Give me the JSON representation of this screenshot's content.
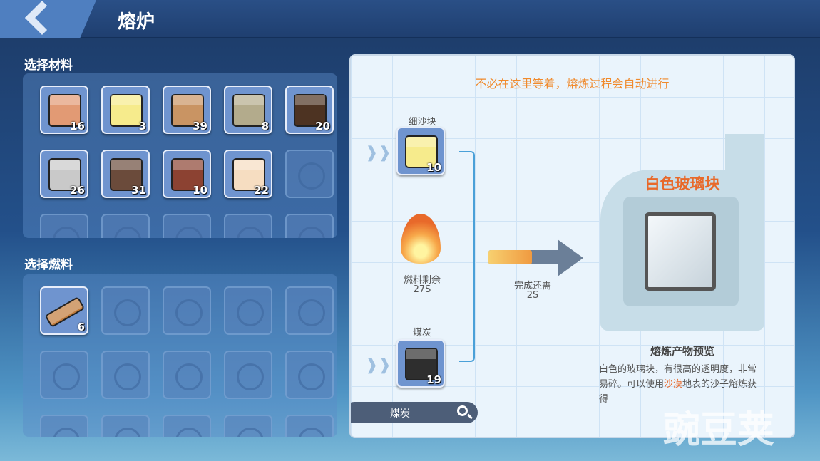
{
  "header": {
    "title": "熔炉",
    "back_icon": "back-chevron-icon"
  },
  "materials": {
    "label": "选择材料",
    "items": [
      {
        "name": "material-1",
        "count": "16",
        "color": "#e29a74"
      },
      {
        "name": "material-2",
        "count": "3",
        "color": "#f6eb8c"
      },
      {
        "name": "material-3",
        "count": "39",
        "color": "#c99463"
      },
      {
        "name": "material-4",
        "count": "8",
        "color": "#b3ab8c"
      },
      {
        "name": "material-5",
        "count": "20",
        "color": "#4d3322"
      },
      {
        "name": "material-6",
        "count": "26",
        "color": "#c9c9c9"
      },
      {
        "name": "material-7",
        "count": "31",
        "color": "#6b4b3b"
      },
      {
        "name": "material-8",
        "count": "10",
        "color": "#8c4232"
      },
      {
        "name": "material-9",
        "count": "22",
        "color": "#f6ddc1"
      }
    ]
  },
  "fuel": {
    "label": "选择燃料",
    "items": [
      {
        "name": "wood-plank",
        "count": "6",
        "color": "#c07a3a"
      }
    ]
  },
  "furnace": {
    "hint": "不必在这里等着，熔炼过程会自动进行",
    "input": {
      "label": "细沙块",
      "count": "10",
      "color": "#f6eb8c"
    },
    "fuel_remaining_label": "燃料剩余",
    "fuel_remaining_value": "27S",
    "fuel_slot": {
      "label": "煤炭",
      "count": "19",
      "color": "#2e2e2e"
    },
    "time_label": "完成还需",
    "time_value": "2S",
    "progress": 0.55,
    "output_title": "白色玻璃块",
    "preview_title": "熔炼产物预览",
    "description_1": "白色的玻璃块，有很高的透明度，非常易碎。可以使用",
    "description_highlight": "沙漠",
    "description_2": "地表的沙子熔炼获得",
    "search_value": "煤炭"
  },
  "watermark": "豌豆荚"
}
